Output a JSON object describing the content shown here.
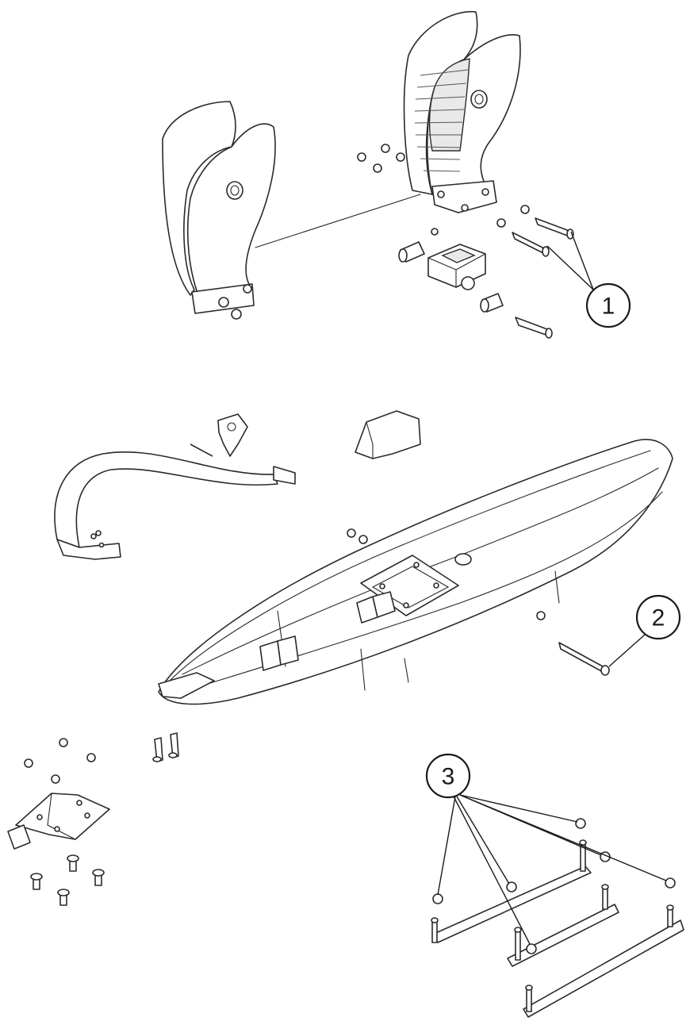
{
  "diagram": {
    "callouts": [
      {
        "id": "1",
        "label": "1"
      },
      {
        "id": "2",
        "label": "2"
      },
      {
        "id": "3",
        "label": "3"
      }
    ],
    "colors": {
      "line": "#2a2a2a",
      "background": "#ffffff",
      "shade": "#e9e9e9"
    }
  }
}
